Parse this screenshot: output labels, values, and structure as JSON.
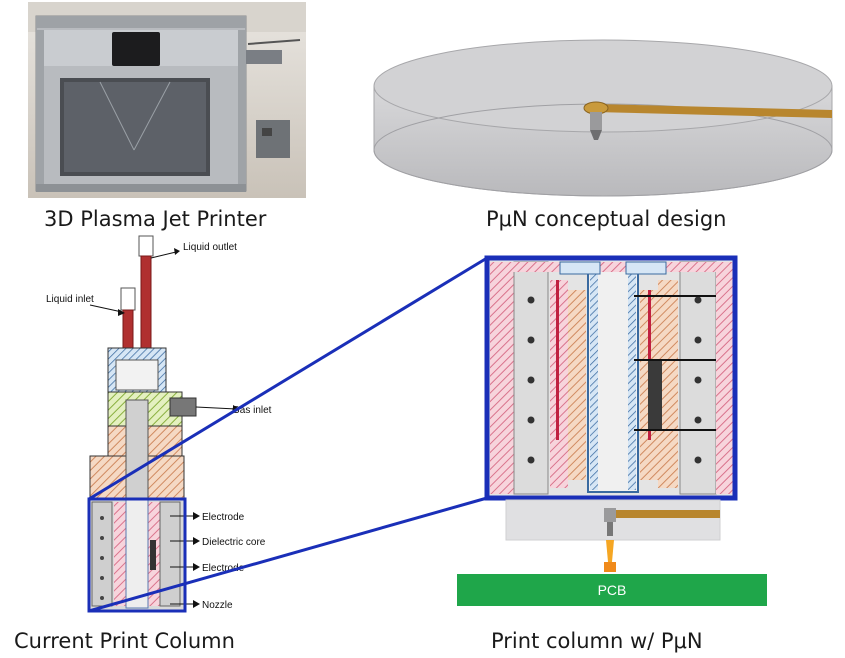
{
  "captions": {
    "printer_photo": "3D Plasma Jet Printer",
    "pun_design": "PμN conceptual design",
    "current_column": "Current Print Column",
    "column_with_pun": "Print column w/ PμN"
  },
  "column_labels": {
    "liquid_outlet": "Liquid outlet",
    "liquid_inlet": "Liquid inlet",
    "gas_inlet": "Gas inlet",
    "electrode_top": "Electrode",
    "dielectric_core": "Dielectric core",
    "electrode_bottom": "Electrode",
    "nozzle": "Nozzle"
  },
  "pcb_label": "PCB",
  "colors": {
    "callout_blue": "#1a2fb8",
    "pcb_green": "#1fa64a",
    "pun_arm": "#b8862e",
    "plasma_orange": "#f5a623",
    "hatch_pink": "#e8a0b0"
  }
}
